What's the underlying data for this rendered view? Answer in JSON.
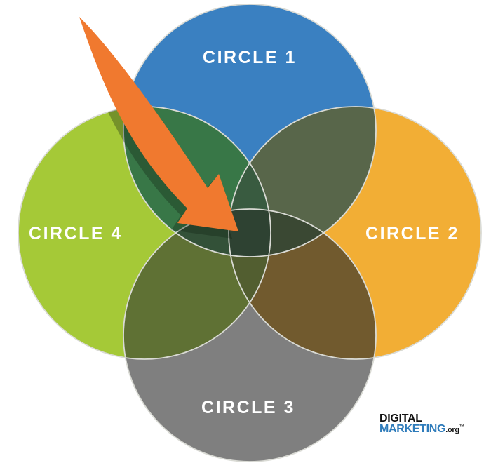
{
  "diagram": {
    "circles": [
      {
        "id": "circle-1",
        "label": "CIRCLE 1",
        "color": "#3A80C1"
      },
      {
        "id": "circle-2",
        "label": "CIRCLE 2",
        "color": "#F2AE35"
      },
      {
        "id": "circle-3",
        "label": "CIRCLE 3",
        "color": "#7F7F7F"
      },
      {
        "id": "circle-4",
        "label": "CIRCLE 4",
        "color": "#A5C937"
      }
    ],
    "overlap_colors": {
      "c1_c4": "#387747",
      "c1_c2": "#58664A",
      "c3_c4": "#5F7134",
      "c3_c2": "#715A2E",
      "c1_c3_c4": "#335138",
      "c1_c3_c2": "#3A4833",
      "c1_c4_c2": "#395B40",
      "c3_c4_c2": "#525E30",
      "center": "#2E4232"
    },
    "circle_stroke": "#D9DAD4",
    "label_color": "#FFFFFF"
  },
  "arrow": {
    "color": "#F0792F",
    "shadow_color": "rgba(15,30,15,0.32)"
  },
  "logo": {
    "line1": "DIGITAL",
    "brand": "MARKETING",
    "suffix": ".org",
    "tm": "™",
    "line1_color": "#121212",
    "brand_color": "#2F7CBB"
  }
}
